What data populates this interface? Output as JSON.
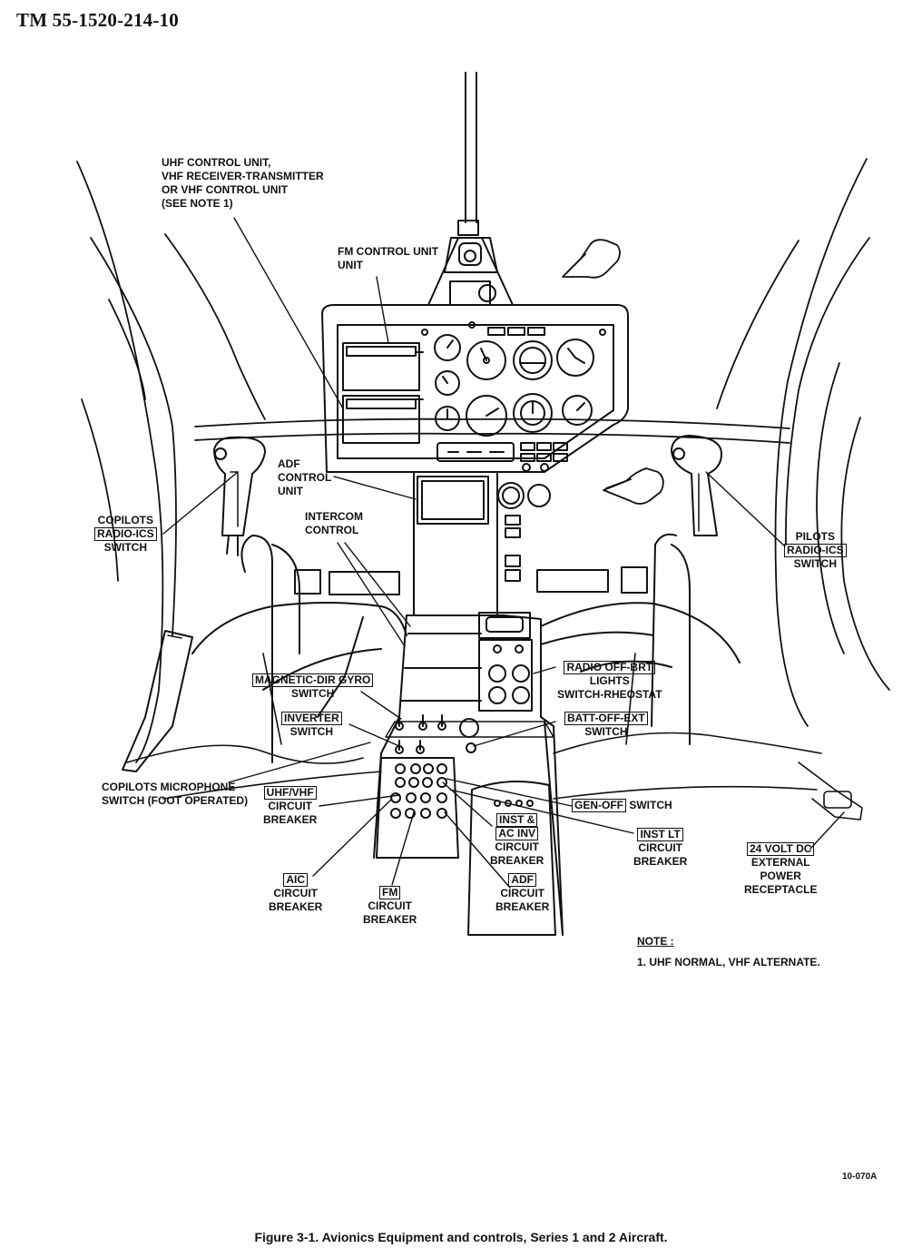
{
  "header": {
    "doc_number": "TM 55-1520-214-10"
  },
  "labels": {
    "uhf_control": {
      "lines": [
        "UHF CONTROL UNIT,",
        "VHF RECEIVER-TRANSMITTER",
        "OR VHF CONTROL UNIT",
        "(SEE NOTE 1)"
      ]
    },
    "fm_control": {
      "lines": [
        "FM CONTROL UNIT",
        "UNIT"
      ]
    },
    "adf_control": {
      "lines": [
        "ADF",
        "CONTROL",
        "UNIT"
      ]
    },
    "intercom": {
      "lines": [
        "INTERCOM",
        "CONTROL"
      ]
    },
    "copilots_radio": {
      "line1": "COPILOTS",
      "box": "RADIO-ICS",
      "line3": "SWITCH"
    },
    "pilots_radio": {
      "line1": "PILOTS",
      "box": "RADIO-ICS",
      "line3": "SWITCH"
    },
    "magnetic_gyro": {
      "box": "MAGNETIC-DIR GYRO",
      "line2": "SWITCH"
    },
    "inverter": {
      "box": "INVERTER",
      "line2": "SWITCH"
    },
    "radio_off_brt": {
      "box": "RADIO OFF-BRT",
      "line2": "LIGHTS",
      "line3": "SWITCH-RHEOSTAT"
    },
    "batt_off_ext": {
      "box": "BATT-OFF-EXT",
      "line2": "SWITCH"
    },
    "copilots_mic": {
      "lines": [
        "COPILOTS MICROPHONE",
        "SWITCH (FOOT OPERATED)"
      ]
    },
    "uhf_vhf_cb": {
      "box": "UHF/VHF",
      "line2": "CIRCUIT",
      "line3": "BREAKER"
    },
    "gen_off": {
      "box": "GEN-OFF",
      "line2": "SWITCH"
    },
    "inst_ac_inv": {
      "box1": "INST &",
      "box2": "AC INV",
      "line3": "CIRCUIT",
      "line4": "BREAKER"
    },
    "inst_lt": {
      "box": "INST LT",
      "line2": "CIRCUIT",
      "line3": "BREAKER"
    },
    "ext_power": {
      "box": "24 VOLT DC",
      "line2": "EXTERNAL",
      "line3": "POWER",
      "line4": "RECEPTACLE"
    },
    "aic_cb": {
      "box": "AIC",
      "line2": "CIRCUIT",
      "line3": "BREAKER"
    },
    "fm_cb": {
      "box": "FM",
      "line2": "CIRCUIT",
      "line3": "BREAKER"
    },
    "adf_cb": {
      "box": "ADF",
      "line2": "CIRCUIT",
      "line3": "BREAKER"
    }
  },
  "note": {
    "title": "NOTE :",
    "item": "1.  UHF NORMAL, VHF ALTERNATE."
  },
  "art_number": "10-070A",
  "caption": "Figure  3-1. Avionics Equipment and controls, Series 1 and 2 Aircraft."
}
